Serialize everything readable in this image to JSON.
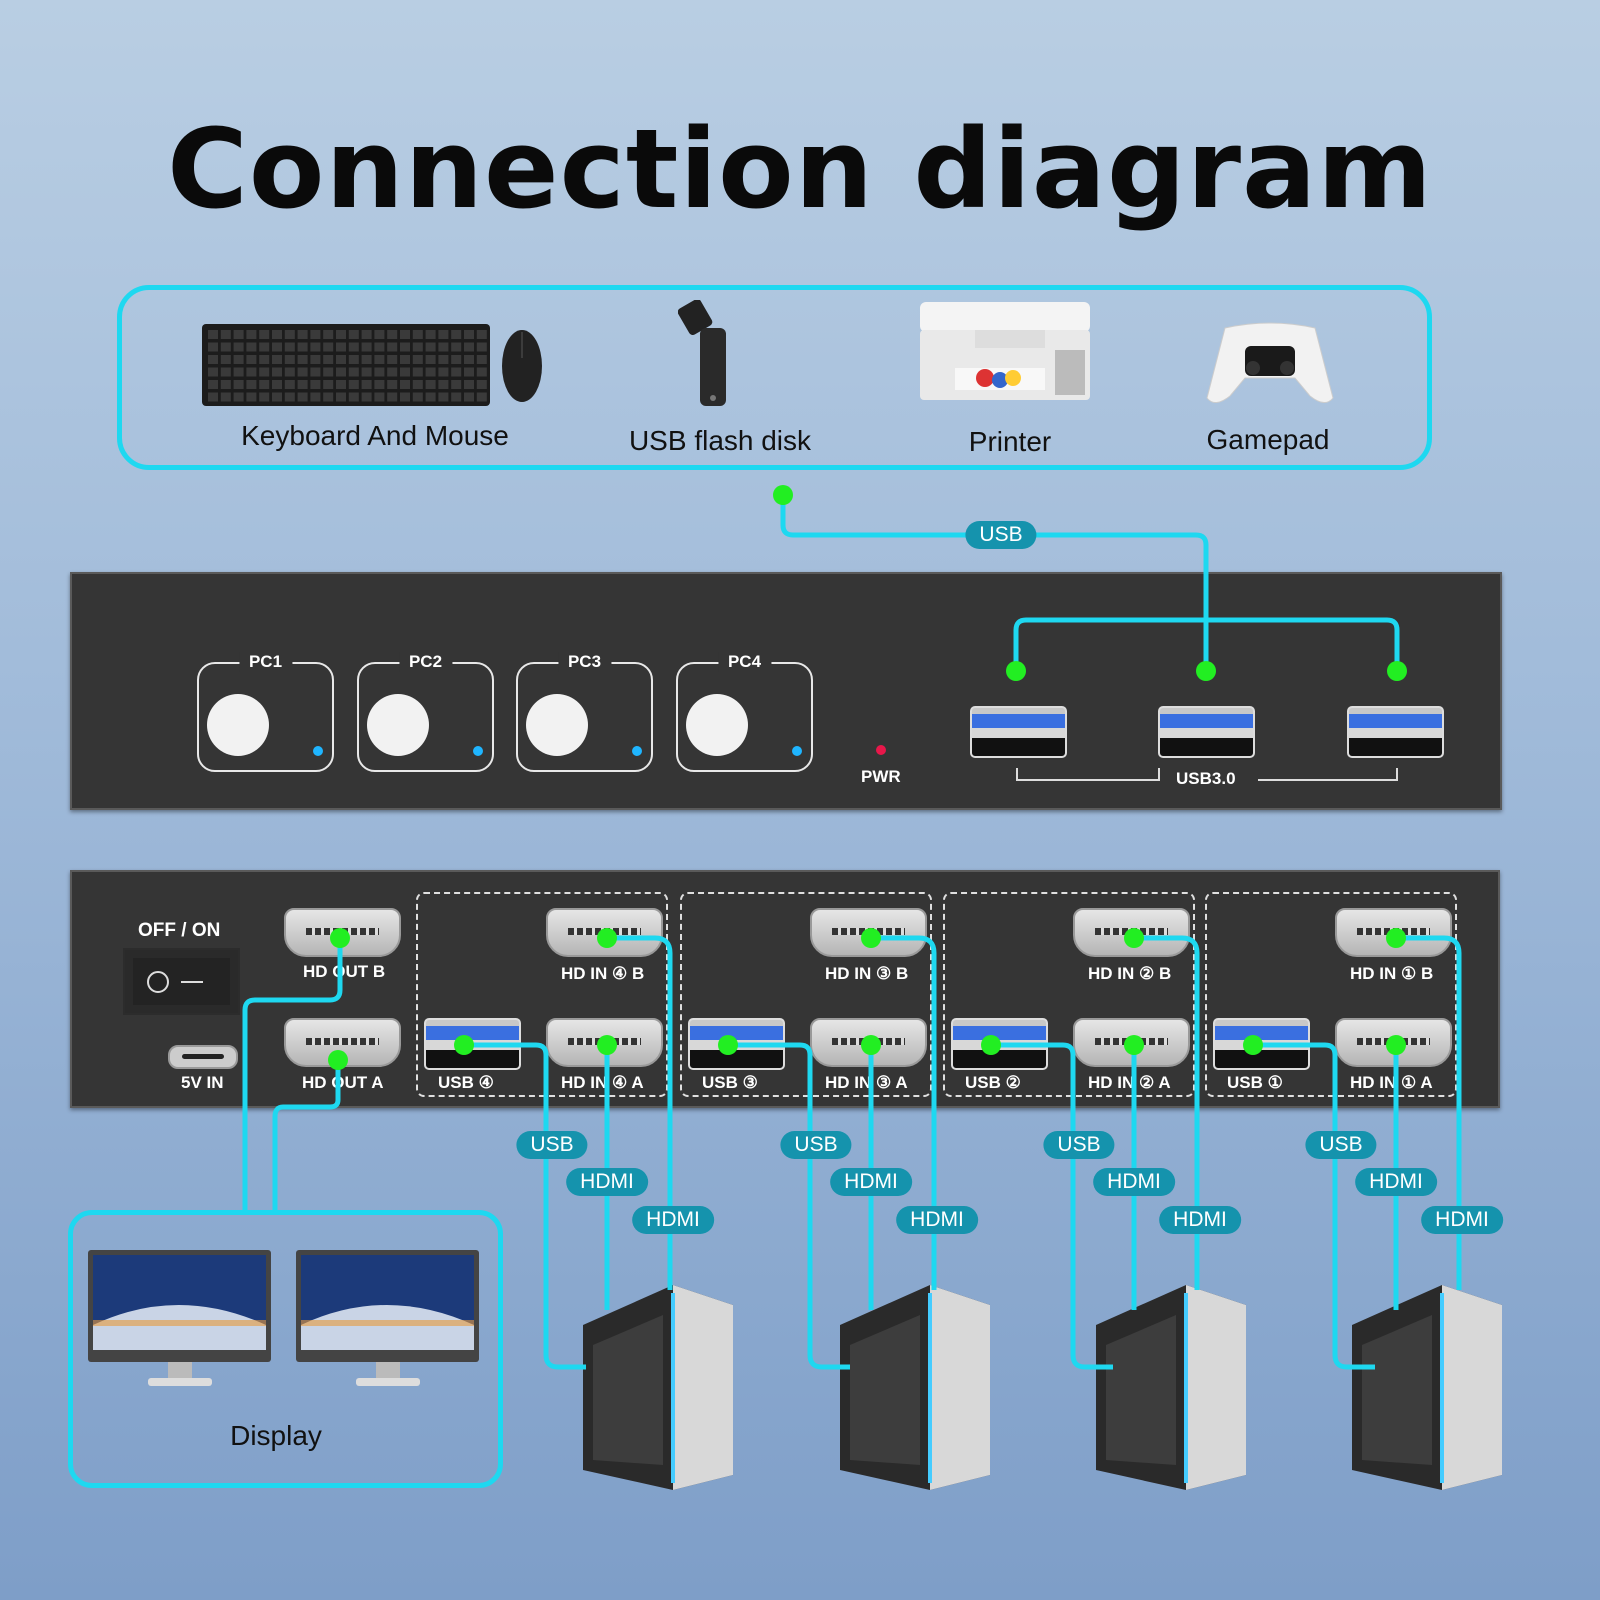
{
  "title": "Connection diagram",
  "colors": {
    "wire": "#1ed8f0",
    "connection_dot": "#22ee22",
    "pill": "#1593ad",
    "panel": "#353535",
    "pwr_led": "#e8174a",
    "pc_led": "#1fb5ff"
  },
  "devices": [
    {
      "label": "Keyboard And Mouse",
      "icon": "keyboard-mouse-icon"
    },
    {
      "label": "USB flash disk",
      "icon": "usb-flash-disk-icon"
    },
    {
      "label": "Printer",
      "icon": "printer-icon"
    },
    {
      "label": "Gamepad",
      "icon": "gamepad-icon"
    }
  ],
  "top_usb_pill": "USB",
  "front_panel": {
    "pc_buttons": [
      "PC1",
      "PC2",
      "PC3",
      "PC4"
    ],
    "pwr_label": "PWR",
    "usb_label": "USB3.0"
  },
  "rear_panel": {
    "switch_label": "OFF / ON",
    "power_label": "5V IN",
    "hd_out_b": "HD OUT B",
    "hd_out_a": "HD OUT A",
    "groups": [
      {
        "hd_in_b": "HD IN ④ B",
        "usb": "USB ④",
        "hd_in_a": "HD IN ④ A"
      },
      {
        "hd_in_b": "HD IN ③ B",
        "usb": "USB ③",
        "hd_in_a": "HD IN ③ A"
      },
      {
        "hd_in_b": "HD IN ② B",
        "usb": "USB ②",
        "hd_in_a": "HD IN ② A"
      },
      {
        "hd_in_b": "HD IN ① B",
        "usb": "USB ①",
        "hd_in_a": "HD IN ① A"
      }
    ]
  },
  "cable_labels": {
    "usb": "USB",
    "hdmi": "HDMI"
  },
  "display_label": "Display"
}
